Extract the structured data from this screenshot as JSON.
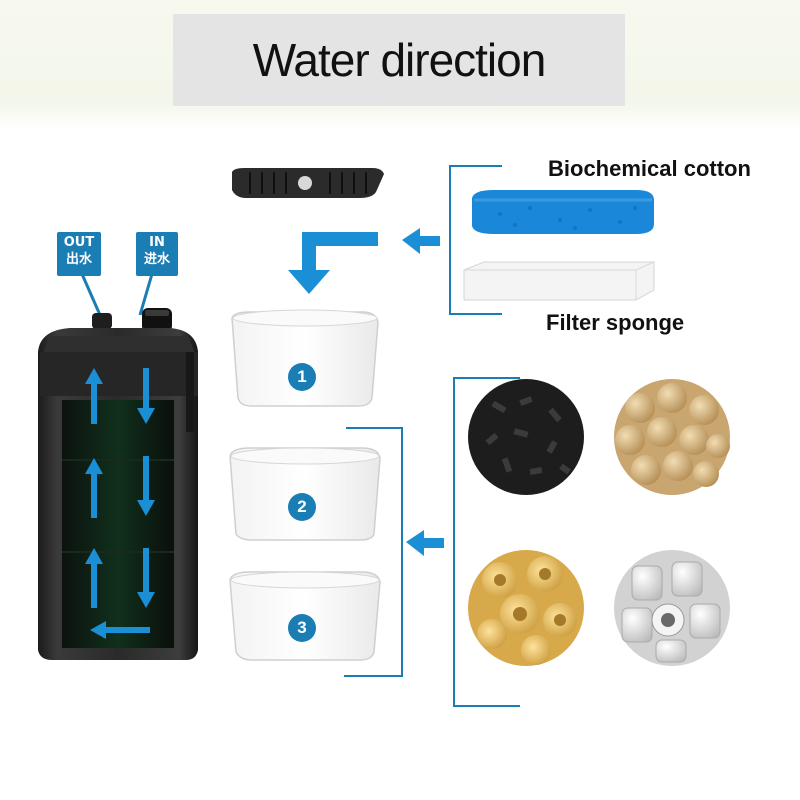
{
  "title": "Water direction",
  "labels": {
    "biochemical_cotton": "Biochemical cotton",
    "filter_sponge": "Filter sponge"
  },
  "ports": {
    "out_en": "OUT",
    "out_cn": "出水",
    "in_en": "IN",
    "in_cn": "进水"
  },
  "baskets": [
    "1",
    "2",
    "3"
  ],
  "colors": {
    "accent": "#1a7db3",
    "title_bg": "#e4e4e4",
    "top_band": "#f3f6ea",
    "sponge_blue": "#1b87d8"
  },
  "icons": [
    "arrow-left-icon",
    "arrow-down-icon",
    "arrow-up-icon"
  ]
}
